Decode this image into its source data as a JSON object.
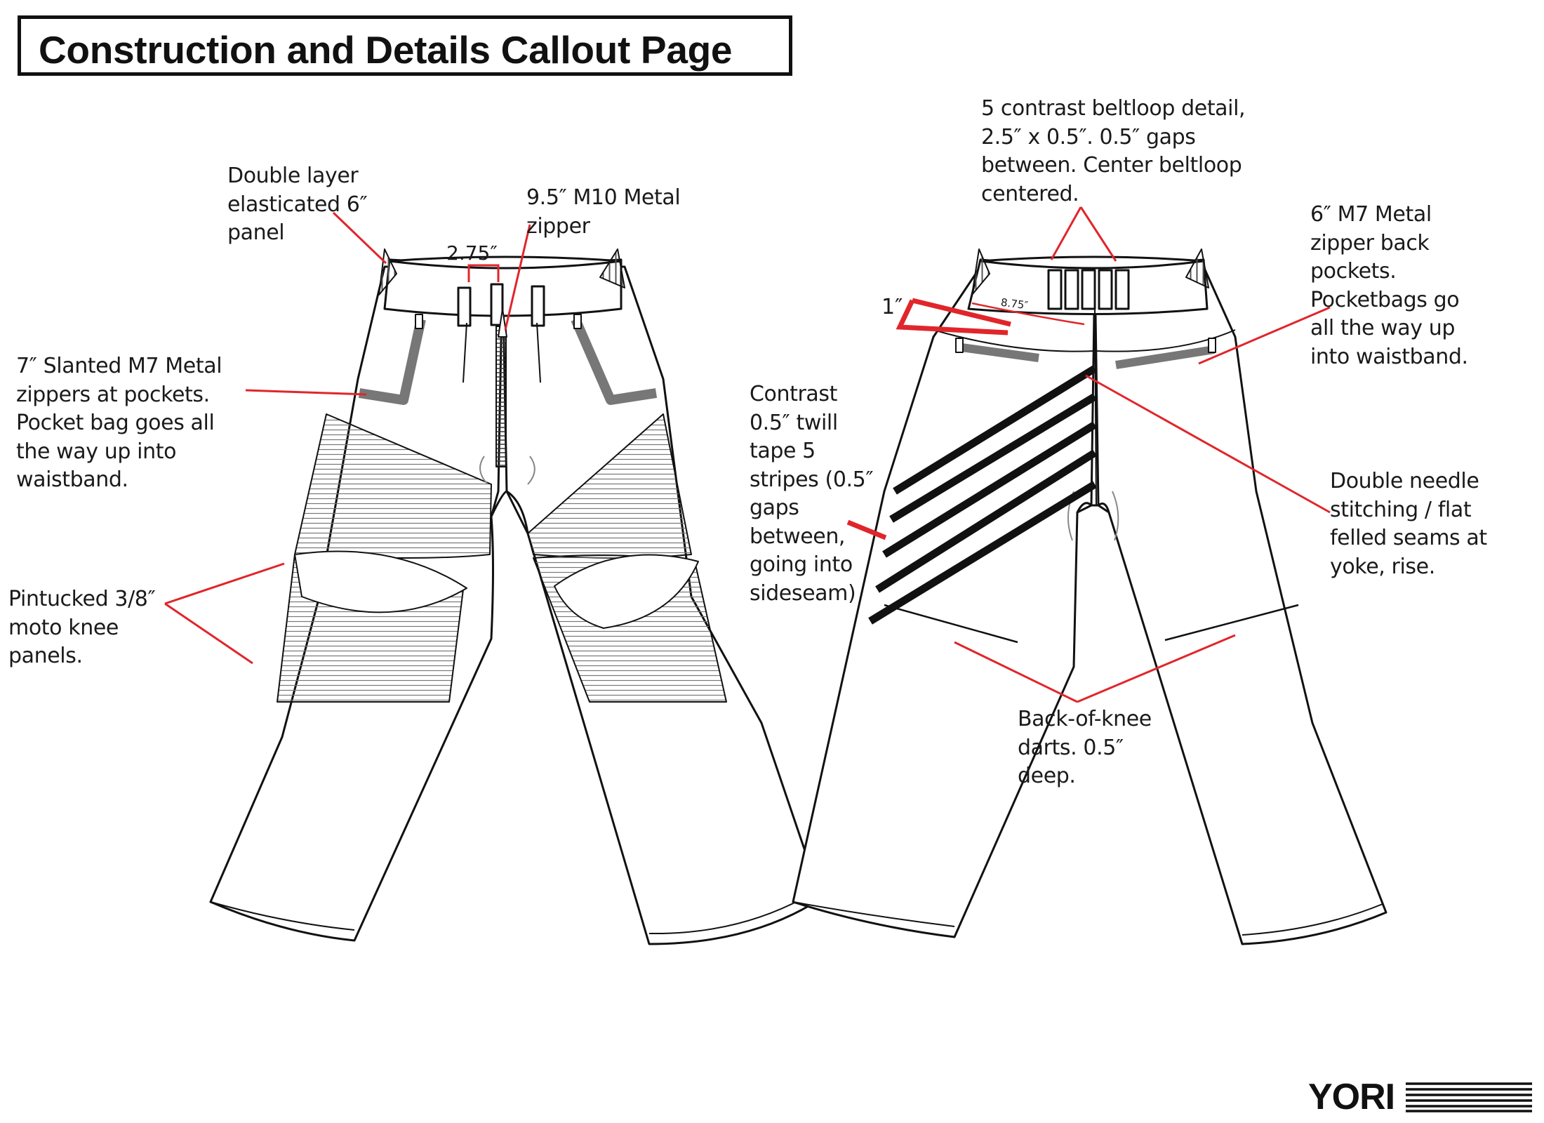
{
  "title": "Construction and Details Callout Page",
  "callouts": {
    "double_layer": [
      "Double layer",
      "elasticated 6″",
      "panel"
    ],
    "front_zipper": [
      "9.5″ M10 Metal",
      "zipper"
    ],
    "beltloops": [
      "5 contrast beltloop detail,",
      "2.5″ x 0.5″. 0.5″ gaps",
      "between. Center beltloop",
      "centered."
    ],
    "back_zipper": [
      "6″ M7 Metal",
      "zipper back",
      "pockets.",
      "Pocketbags go",
      "all the way up",
      "into waistband."
    ],
    "slanted_zippers": [
      "7″ Slanted M7 Metal",
      "zippers at pockets.",
      "Pocket bag goes all",
      "the way up into",
      "waistband."
    ],
    "pintucked": [
      "Pintucked 3/8″",
      "moto knee",
      "panels."
    ],
    "twill_tape": [
      "Contrast",
      "0.5″ twill",
      "tape 5",
      "stripes (0.5″",
      "gaps",
      "between,",
      "going into",
      "sideseam)"
    ],
    "double_needle": [
      "Double needle",
      "stitching / flat",
      "felled seams at",
      "yoke, rise."
    ],
    "knee_darts": [
      "Back-of-knee",
      "darts. 0.5″",
      "deep."
    ]
  },
  "dimensions": {
    "fly_width": "2.75″",
    "stripe_offset": "1″",
    "back_waist": "8.75″"
  },
  "logo": "YORI",
  "colors": {
    "callout_line": "#e0262b",
    "ink": "#1a1a1a",
    "stripe": "#111111"
  }
}
